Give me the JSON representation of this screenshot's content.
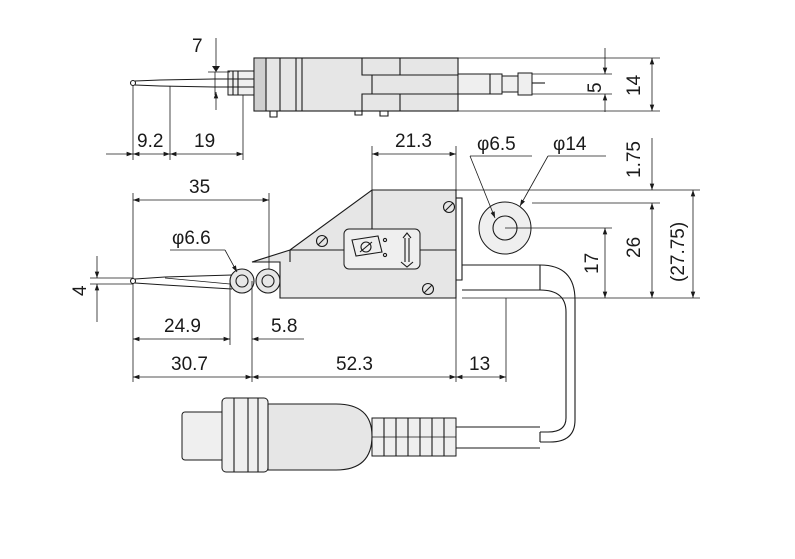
{
  "dimensions": {
    "top_view": {
      "d7": "7",
      "d9_2": "9.2",
      "d19": "19",
      "d5": "5",
      "d14": "14"
    },
    "side_view": {
      "d21_3": "21.3",
      "phi6_5": "φ6.5",
      "phi14": "φ14",
      "d1_75": "1.75",
      "d35": "35",
      "phi6_6": "φ6.6",
      "d26": "26",
      "d27_75": "(27.75)",
      "d17": "17",
      "d4": "4",
      "d24_9": "24.9",
      "d5_8": "5.8",
      "d30_7": "30.7",
      "d52_3": "52.3",
      "d13": "13"
    }
  }
}
